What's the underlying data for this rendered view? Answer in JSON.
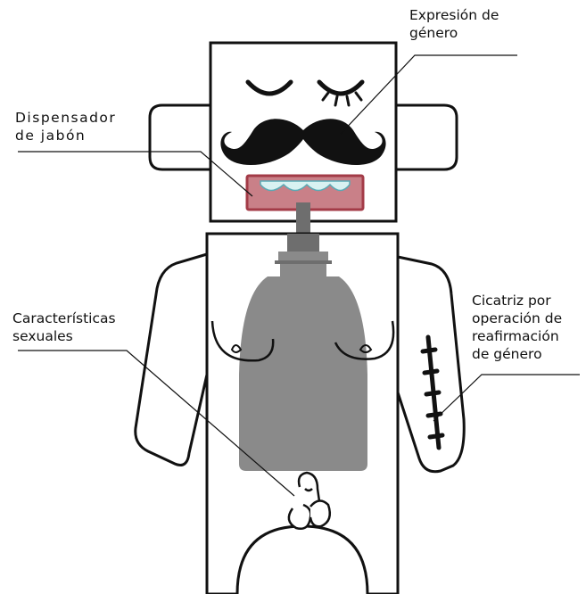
{
  "labels": {
    "gender_expression": [
      "Expresión de",
      "género"
    ],
    "soap_dispenser": [
      "Dispensador",
      "de jabón"
    ],
    "sexual_characteristics": [
      "Características",
      "sexuales"
    ],
    "scar": [
      "Cicatriz por",
      "operación de",
      "reafirmación",
      "de género"
    ]
  },
  "colors": {
    "outline": "#111111",
    "body_fill": "#ffffff",
    "bottle": "#8a8a8a",
    "bottle_neck": "#6e6e6e",
    "mouth_fill": "#c98088",
    "mouth_stroke": "#a33b47",
    "teeth": "#d8f2f2",
    "mustache": "#111111"
  }
}
